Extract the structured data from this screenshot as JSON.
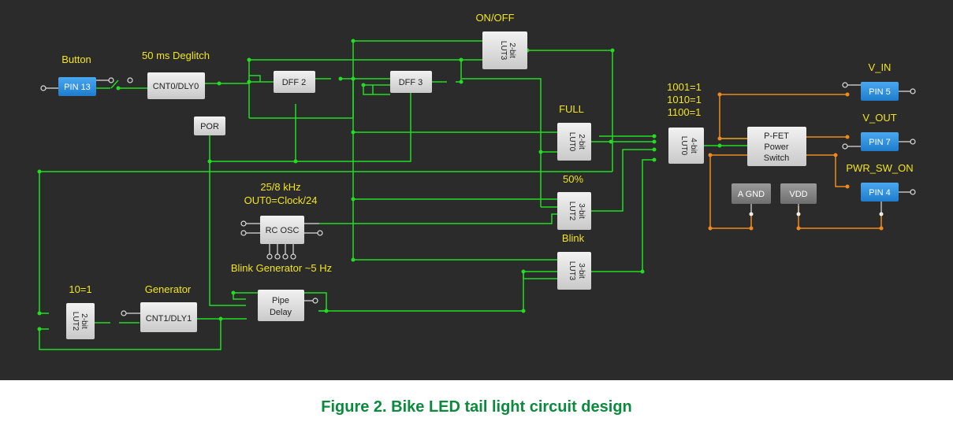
{
  "figure_caption": "Figure 2. Bike LED tail light circuit design",
  "colors": {
    "canvas": "#2b2b2b",
    "wire_green": "#22dd22",
    "wire_orange": "#f08a1c",
    "label_yellow": "#f2e61a",
    "pin_blue": "#2e90e0",
    "block_gray": "#dcdcdc",
    "caption_green": "#0a8a3c"
  },
  "labels": {
    "button": "Button",
    "deglitch": "50 ms Deglitch",
    "on_off": "ON/OFF",
    "full": "FULL",
    "fifty": "50%",
    "blink": "Blink",
    "osc_line1": "25/8 kHz",
    "osc_line2": "OUT0=Clock/24",
    "blink_gen": "Blink Generator ~5 Hz",
    "ten_eq_one": "10=1",
    "generator": "Generator",
    "lut0_4bit_line1": "1001=1",
    "lut0_4bit_line2": "1010=1",
    "lut0_4bit_line3": "1100=1",
    "v_in": "V_IN",
    "v_out": "V_OUT",
    "pwr_sw_on": "PWR_SW_ON"
  },
  "blocks": {
    "pin13": "PIN 13",
    "cnt0": "CNT0/DLY0",
    "dff2": "DFF 2",
    "dff3": "DFF 3",
    "por": "POR",
    "rc_osc": "RC OSC",
    "pipe_line1": "Pipe",
    "pipe_line2": "Delay",
    "cnt1": "CNT1/DLY1",
    "lut2_2bit_a": "2-bit",
    "lut2_2bit_b": "LUT2",
    "lut3_2bit_a": "2-bit",
    "lut3_2bit_b": "LUT3",
    "lut0_2bit_a": "2-bit",
    "lut0_2bit_b": "LUT0",
    "lut2_3bit_a": "3-bit",
    "lut2_3bit_b": "LUT2",
    "lut3_3bit_a": "3-bit",
    "lut3_3bit_b": "LUT3",
    "lut0_4bit_a": "4-bit",
    "lut0_4bit_b": "LUT0",
    "pfet_line1": "P-FET",
    "pfet_line2": "Power",
    "pfet_line3": "Switch",
    "agnd": "A GND",
    "vdd": "VDD",
    "pin5": "PIN 5",
    "pin7": "PIN 7",
    "pin4": "PIN 4"
  }
}
